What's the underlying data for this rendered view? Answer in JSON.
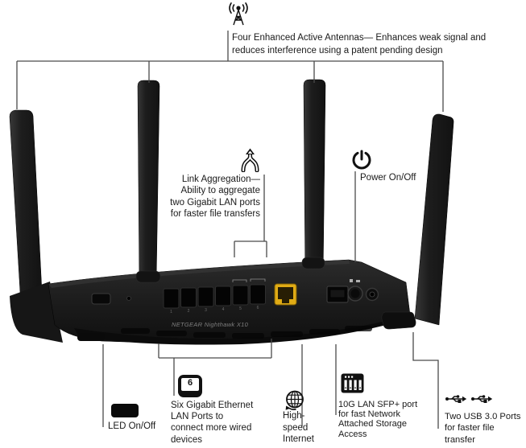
{
  "colors": {
    "background": "#ffffff",
    "text": "#1a1a1a",
    "callout_line": "#4a4a4a",
    "router_body": "#1f1f1f",
    "internet_port_yellow": "#e0ab15"
  },
  "callouts": {
    "antennas": {
      "icon": "broadcast-antenna-icon",
      "lines": [
        "Four Enhanced Active Antennas— Enhances weak signal and",
        "reduces interference using a patent pending design"
      ]
    },
    "link_aggregation": {
      "icon": "link-aggregation-icon",
      "lines": [
        "Link Aggregation—",
        "Ability to aggregate",
        "two Gigabit LAN ports",
        "for faster file transfers"
      ]
    },
    "power": {
      "icon": "power-icon",
      "label": "Power On/Off"
    },
    "led": {
      "icon": "led-switch-icon",
      "label": "LED On/Off"
    },
    "lan_ports": {
      "icon": "ethernet-port-6-icon",
      "icon_number": "6",
      "lines": [
        "Six Gigabit Ethernet",
        "LAN Ports to",
        "connect more wired",
        "devices"
      ]
    },
    "internet": {
      "icon": "globe-icon",
      "lines": [
        "High-",
        "speed",
        "Internet"
      ]
    },
    "sfp": {
      "icon": "nas-storage-icon",
      "lines": [
        "10G LAN SFP+ port",
        "for fast Network",
        "Attached Storage",
        "Access"
      ]
    },
    "usb": {
      "icon": "usb-icon",
      "lines": [
        "Two USB 3.0 Ports",
        "for faster file",
        "transfer"
      ]
    }
  },
  "router": {
    "brand_label": "NETGEAR Nighthawk X10",
    "lan_port_numbers": [
      "1",
      "2",
      "3",
      "4",
      "5",
      "6"
    ]
  }
}
